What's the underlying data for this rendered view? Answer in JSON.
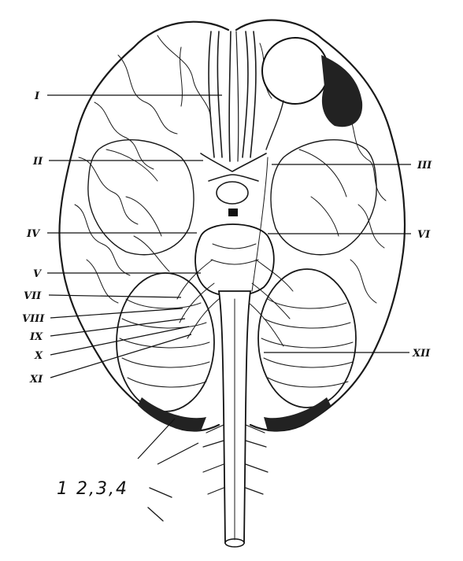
{
  "labels": {
    "I": "I",
    "II": "II",
    "III": "III",
    "IV": "IV",
    "V": "V",
    "VI": "VI",
    "VII": "VII",
    "VIII": "VIII",
    "IX": "IX",
    "X": "X",
    "XI": "XI",
    "XII": "XII"
  },
  "handwritten_note": "1 2,3,4",
  "colors": {
    "ink": "#111111",
    "paper": "#ffffff",
    "shade": "#222222"
  }
}
